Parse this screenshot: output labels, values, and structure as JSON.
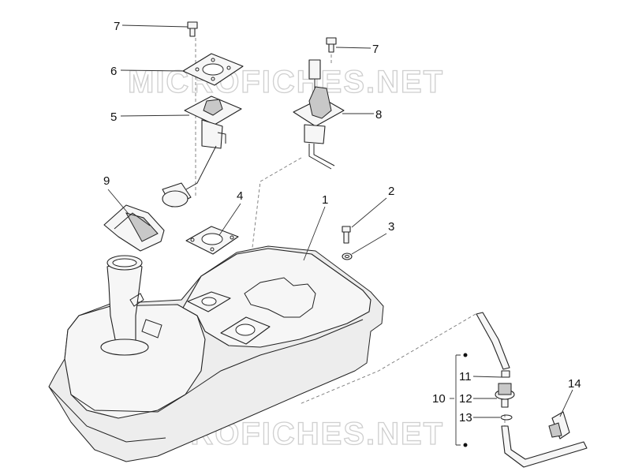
{
  "watermark": "MICROFICHES.NET",
  "callouts": [
    {
      "id": "c1",
      "label": "1"
    },
    {
      "id": "c2",
      "label": "2"
    },
    {
      "id": "c3",
      "label": "3"
    },
    {
      "id": "c4",
      "label": "4"
    },
    {
      "id": "c5",
      "label": "5"
    },
    {
      "id": "c6",
      "label": "6"
    },
    {
      "id": "c7a",
      "label": "7"
    },
    {
      "id": "c7b",
      "label": "7"
    },
    {
      "id": "c8",
      "label": "8"
    },
    {
      "id": "c9",
      "label": "9"
    },
    {
      "id": "c10",
      "label": "10"
    },
    {
      "id": "c11",
      "label": "11"
    },
    {
      "id": "c12",
      "label": "12"
    },
    {
      "id": "c13",
      "label": "13"
    },
    {
      "id": "c14",
      "label": "14"
    }
  ]
}
